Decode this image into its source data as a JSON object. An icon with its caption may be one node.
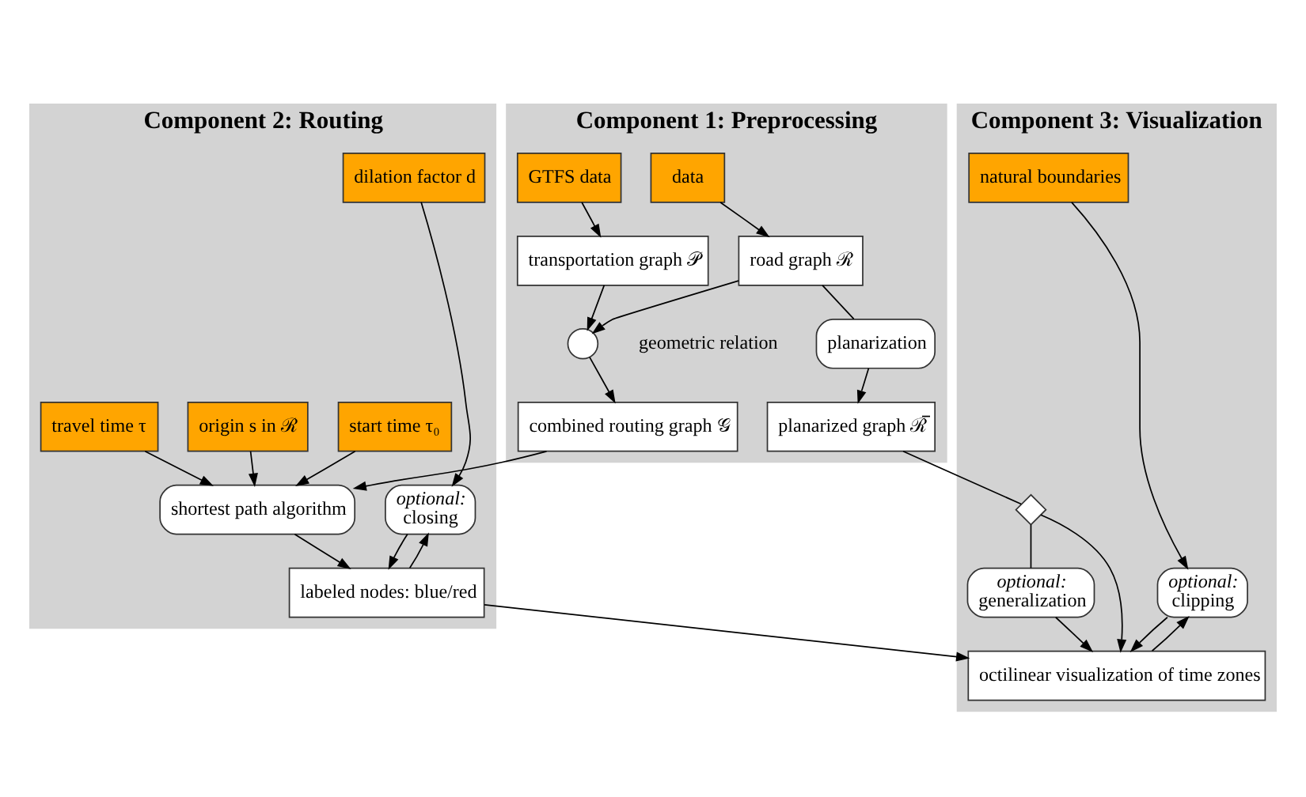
{
  "diagram": {
    "nodes": [
      {
        "text": [
          "Component 1: Preprocessing"
        ]
      },
      {
        "text": [
          "data"
        ],
        "in": 0
      },
      {
        "text": [
          "GTFS data"
        ],
        "in": 0
      },
      {
        "text": [
          "road graph ℛ"
        ],
        "in": 0
      },
      {
        "text": [
          "transportation graph 𝒫"
        ],
        "in": 0
      },
      {
        "text": [],
        "shape": "circle",
        "in": 0,
        "beside": [
          "geometric relation"
        ]
      },
      {
        "text": [
          "combined routing graph 𝒢"
        ],
        "in": 0
      },
      {
        "text": [
          "planarization"
        ],
        "in": 0
      },
      {
        "text": [
          "planarized graph ℛ̅"
        ],
        "in": 0
      },
      {
        "text": [
          "Component 2: Routing"
        ]
      },
      {
        "text": [
          "dilation factor d"
        ],
        "in": 9
      },
      {
        "text": [
          "optional:",
          "closing"
        ],
        "in": 9
      },
      {
        "text": [
          "labeled nodes: blue/red"
        ],
        "in": 9
      },
      {
        "text": [
          "shortest path algorithm"
        ],
        "in": 9
      },
      {
        "text": [
          "travel time τ"
        ],
        "in": 9
      },
      {
        "text": [
          "start time τ₀"
        ],
        "in": 9
      },
      {
        "text": [
          "origin s in ℛ"
        ],
        "in": 9
      },
      {
        "text": [
          "Component 3: Visualization"
        ]
      },
      {
        "text": [
          "natural boundaries"
        ],
        "in": 17
      },
      {
        "text": [
          "optional:",
          "clipping"
        ],
        "in": 17
      },
      {
        "text": [
          "octilinear visualization of time zones"
        ],
        "in": 17
      },
      {
        "text": [
          "optional:",
          "generalization"
        ],
        "in": 17
      },
      {
        "text": [],
        "shape": "diamond",
        "in": 17
      }
    ],
    "edges": [
      {
        "from": 1,
        "to": 3,
        "arrow": "to"
      },
      {
        "from": 2,
        "to": 4,
        "arrow": "to"
      },
      {
        "from": 3,
        "to": 5,
        "arrow": "to"
      },
      {
        "from": 4,
        "to": 5,
        "arrow": "to"
      },
      {
        "from": 5,
        "to": 6,
        "arrow": "to"
      },
      {
        "from": 3,
        "to": 7,
        "arrow": "none"
      },
      {
        "from": 7,
        "to": 8,
        "arrow": "to"
      },
      {
        "from": 6,
        "to": 13,
        "arrow": "to"
      },
      {
        "from": 10,
        "to": 11,
        "arrow": "to"
      },
      {
        "from": 12,
        "to": 11,
        "arrow": "to"
      },
      {
        "from": 11,
        "to": 12,
        "arrow": "to"
      },
      {
        "from": 13,
        "to": 12,
        "arrow": "to"
      },
      {
        "from": 14,
        "to": 13,
        "arrow": "to"
      },
      {
        "from": 15,
        "to": 13,
        "arrow": "to"
      },
      {
        "from": 16,
        "to": 13,
        "arrow": "to"
      },
      {
        "from": 12,
        "to": 20,
        "arrow": "to"
      },
      {
        "from": 18,
        "to": 19,
        "arrow": "to"
      },
      {
        "from": 20,
        "to": 19,
        "arrow": "to"
      },
      {
        "from": 19,
        "to": 20,
        "arrow": "to"
      },
      {
        "from": 8,
        "to": 22,
        "arrow": "none"
      },
      {
        "from": 22,
        "to": 20,
        "arrow": "to"
      },
      {
        "from": 22,
        "to": 21,
        "arrow": "none"
      },
      {
        "from": 21,
        "to": 20,
        "arrow": "to"
      }
    ]
  }
}
